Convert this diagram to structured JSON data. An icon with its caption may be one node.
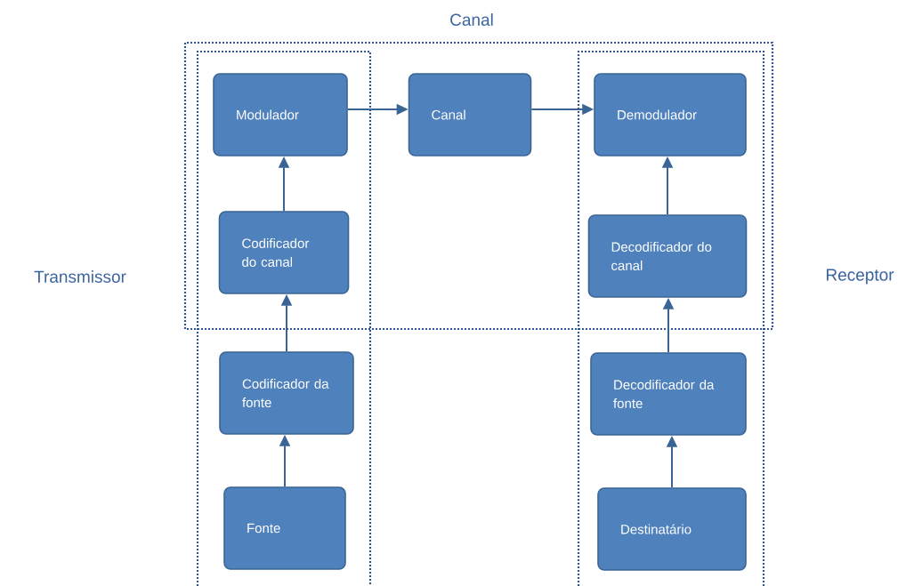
{
  "diagram": {
    "nodes": [
      {
        "text": [
          "Canal"
        ]
      },
      {
        "text": [
          "Transmissor"
        ]
      },
      {
        "text": [
          "Receptor"
        ]
      },
      {
        "text": [
          "Modulador"
        ]
      },
      {
        "text": [
          "Canal"
        ],
        "in": 0
      },
      {
        "text": [
          "Demodulador"
        ]
      },
      {
        "text": [
          "Codificador do canal"
        ]
      },
      {
        "text": [
          "Decodificador do canal"
        ]
      },
      {
        "text": [
          "Codificador da fonte"
        ],
        "in": 1
      },
      {
        "text": [
          "Decodificador da fonte"
        ],
        "in": 2
      },
      {
        "text": [
          "Fonte"
        ],
        "in": 1
      },
      {
        "text": [
          "Destinatário"
        ],
        "in": 2
      }
    ],
    "edges": [
      {
        "from": 10,
        "to": 8,
        "arrow": "to"
      },
      {
        "from": 8,
        "to": 6,
        "arrow": "to"
      },
      {
        "from": 6,
        "to": 3,
        "arrow": "to"
      },
      {
        "from": 3,
        "to": 4,
        "arrow": "to"
      },
      {
        "from": 4,
        "to": 5,
        "arrow": "to"
      },
      {
        "from": 11,
        "to": 9,
        "arrow": "to"
      },
      {
        "from": 9,
        "to": 7,
        "arrow": "to"
      },
      {
        "from": 7,
        "to": 5,
        "arrow": "to"
      }
    ]
  }
}
